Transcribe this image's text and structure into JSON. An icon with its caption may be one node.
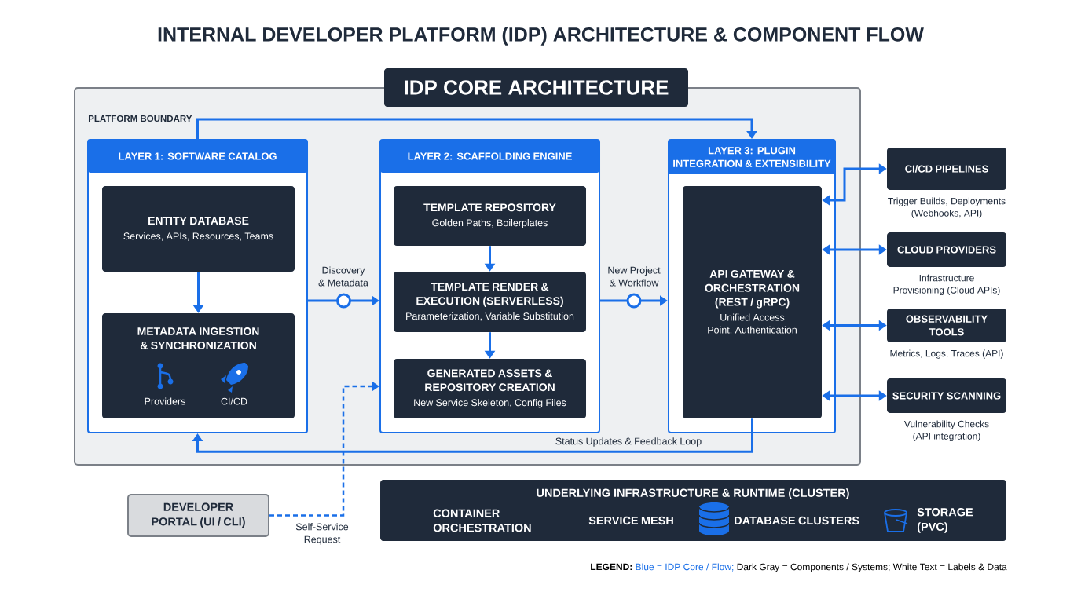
{
  "diagram": {
    "title": "INTERNAL DEVELOPER PLATFORM (IDP) ARCHITECTURE & COMPONENT FLOW",
    "nodes": [
      {
        "text": [
          "IDP CORE ARCHITECTURE",
          "PLATFORM BOUNDARY"
        ]
      },
      {
        "text": [
          "LAYER 1: SOFTWARE CATALOG"
        ],
        "in": 0
      },
      {
        "text": [
          "ENTITY DATABASE",
          "Services, APIs, Resources, Teams"
        ],
        "in": 1
      },
      {
        "text": [
          "METADATA INGESTION & SYNCHRONIZATION",
          "Providers",
          "CI/CD"
        ],
        "in": 1
      },
      {
        "text": [
          "LAYER 2: SCAFFOLDING ENGINE"
        ],
        "in": 0
      },
      {
        "text": [
          "TEMPLATE REPOSITORY",
          "Golden Paths, Boilerplates"
        ],
        "in": 4
      },
      {
        "text": [
          "TEMPLATE RENDER & EXECUTION (SERVERLESS)",
          "Parameterization, Variable Substitution"
        ],
        "in": 4
      },
      {
        "text": [
          "GENERATED ASSETS & REPOSITORY CREATION",
          "New Service Skeleton, Config Files"
        ],
        "in": 4
      },
      {
        "text": [
          "LAYER 3: PLUGIN INTEGRATION & EXTENSIBILITY"
        ],
        "in": 0
      },
      {
        "text": [
          "API GATEWAY & ORCHESTRATION (REST / gRPC)",
          "Unified Access Point, Authentication"
        ],
        "in": 8
      },
      {
        "text": [
          "CI/CD PIPELINES"
        ],
        "beside": [
          "Trigger Builds, Deployments (Webhooks, API)"
        ]
      },
      {
        "text": [
          "CLOUD PROVIDERS"
        ],
        "beside": [
          "Infrastructure Provisioning (Cloud APIs)"
        ]
      },
      {
        "text": [
          "OBSERVABILITY TOOLS"
        ],
        "beside": [
          "Metrics, Logs, Traces (API)"
        ]
      },
      {
        "text": [
          "SECURITY SCANNING"
        ],
        "beside": [
          "Vulnerability Checks (API integration)"
        ]
      },
      {
        "text": [
          "DEVELOPER PORTAL (UI / CLI)"
        ]
      },
      {
        "text": [
          "UNDERLYING INFRASTRUCTURE & RUNTIME (CLUSTER)",
          "CONTAINER ORCHESTRATION",
          "SERVICE MESH",
          "DATABASE CLUSTERS",
          "STORAGE (PVC)"
        ]
      }
    ],
    "edges": [
      {
        "from": 2,
        "to": 3,
        "arrow": "to"
      },
      {
        "from": 5,
        "to": 6,
        "arrow": "to"
      },
      {
        "from": 6,
        "to": 7,
        "arrow": "to"
      },
      {
        "from": 1,
        "to": 4,
        "arrow": "to",
        "label": "Discovery & Metadata"
      },
      {
        "from": 4,
        "to": 8,
        "arrow": "to",
        "label": "New Project & Workflow"
      },
      {
        "from": 1,
        "to": 8,
        "arrow": "to"
      },
      {
        "from": 9,
        "to": 1,
        "arrow": "to",
        "label": "Status Updates & Feedback Loop"
      },
      {
        "from": 14,
        "to": 4,
        "arrow": "to",
        "style": "dashed",
        "label": "Self-Service Request"
      },
      {
        "from": 9,
        "to": 10,
        "arrow": "both"
      },
      {
        "from": 9,
        "to": 11,
        "arrow": "both"
      },
      {
        "from": 9,
        "to": 12,
        "arrow": "both"
      },
      {
        "from": 9,
        "to": 13,
        "arrow": "both"
      }
    ],
    "labels": [
      "LEGEND:",
      "Blue = IDP Core / Flow;",
      "Dark Gray = Components / Systems; White Text = Labels & Data"
    ]
  }
}
